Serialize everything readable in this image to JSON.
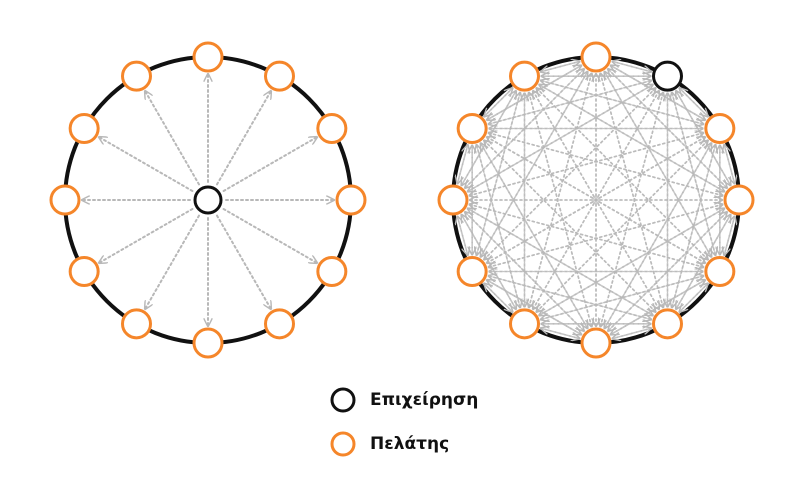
{
  "diagram": {
    "left_panel": {
      "layout": "hub-and-spoke",
      "center_node": "business",
      "outer_node_count": 12,
      "arrows": "center-to-each-customer"
    },
    "right_panel": {
      "layout": "peer-to-peer-mesh",
      "outer_node_count": 12,
      "business_node_position": "top-right, on the ring",
      "arrows": "every-node-to-every-node"
    }
  },
  "legend": {
    "business": {
      "label": "Επιχείρηση",
      "shape": "circle-outline",
      "color": "#111111"
    },
    "customer": {
      "label": "Πελάτης",
      "shape": "circle-outline",
      "color": "#f5862a"
    }
  },
  "colors": {
    "ring": "#111111",
    "customer_stroke": "#f5862a",
    "business_stroke": "#111111",
    "connection": "#b8b8b8",
    "node_fill": "#ffffff"
  }
}
